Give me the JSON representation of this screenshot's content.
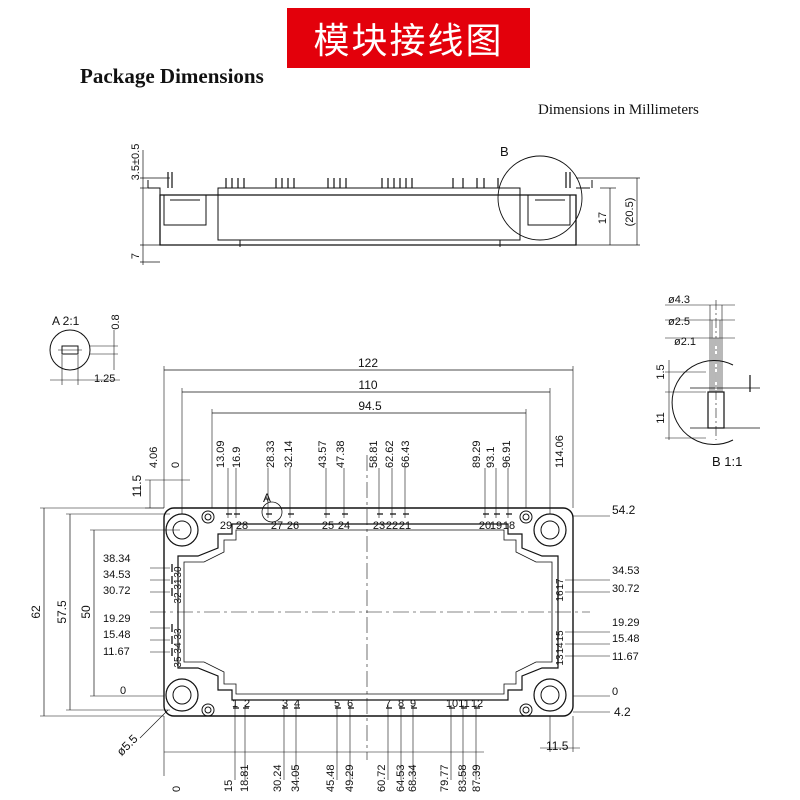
{
  "banner": {
    "text": "模块接线图",
    "color": "#e3000b"
  },
  "heading": "Package Dimensions",
  "units_note": "Dimensions in Millimeters",
  "side_view": {
    "dims": {
      "pin_height": "3.5±0.5",
      "base": "7",
      "body": "17",
      "total": "(20.5)"
    },
    "detail_callout": "B"
  },
  "detail_a": {
    "title": "A 2:1",
    "dims": [
      "0.8",
      "1.25"
    ]
  },
  "detail_b": {
    "title": "B 1:1",
    "dims": [
      "ø4.3",
      "ø2.5",
      "ø2.1",
      "1.5",
      "11"
    ]
  },
  "top_view": {
    "overall": [
      "122",
      "110",
      "94.5"
    ],
    "callout_a": "A",
    "top_x": [
      "4.06",
      "0",
      "13.09",
      "16.9",
      "28.33",
      "32.14",
      "43.57",
      "47.38",
      "58.81",
      "62.62",
      "66.43",
      "89.29",
      "93.1",
      "96.91",
      "114.06"
    ],
    "top_pins": [
      "29",
      "28",
      "27",
      "26",
      "25",
      "24",
      "23",
      "22",
      "21",
      "20",
      "19",
      "18"
    ],
    "right_top": "54.2",
    "left_margin": "11.5",
    "left_y": [
      "38.34",
      "34.53",
      "30.72",
      "19.29",
      "15.48",
      "11.67",
      "0"
    ],
    "left_pins": [
      "30",
      "31",
      "32",
      "33",
      "34",
      "35"
    ],
    "right_y": [
      "34.53",
      "30.72",
      "19.29",
      "15.48",
      "11.67",
      "0"
    ],
    "right_pins": [
      "17",
      "16",
      "15",
      "14",
      "13"
    ],
    "right_bottom": "4.2",
    "bottom_right": "11.5",
    "heights": [
      "62",
      "57.5",
      "50"
    ],
    "hole": "ø5.5",
    "bottom_x": [
      "0",
      "15",
      "18.81",
      "30.24",
      "34.05",
      "45.48",
      "49.29",
      "60.72",
      "64.53",
      "68.34",
      "79.77",
      "83.58",
      "87.39"
    ],
    "bottom_pins": [
      "1",
      "2",
      "3",
      "4",
      "5",
      "6",
      "7",
      "8",
      "9",
      "10",
      "11",
      "12"
    ]
  }
}
